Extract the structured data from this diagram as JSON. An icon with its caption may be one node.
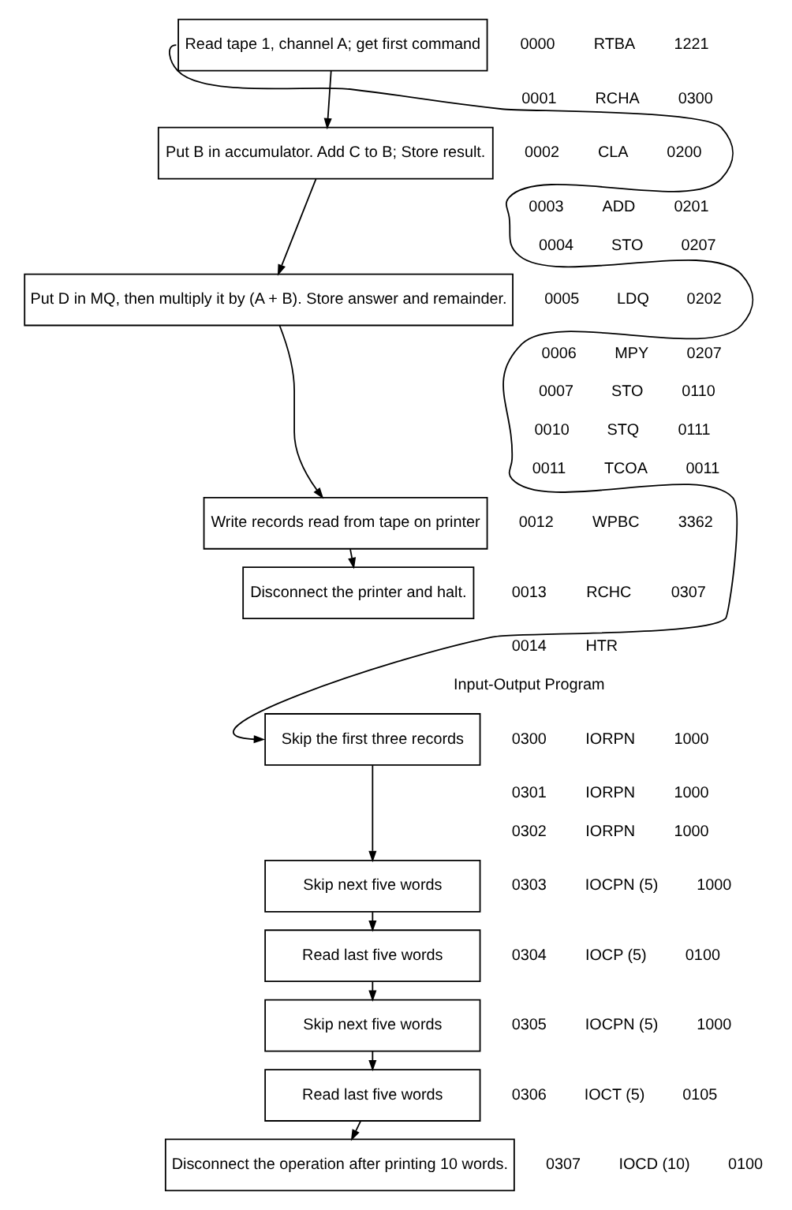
{
  "diagram": {
    "nodes": [
      {
        "text": [
          "Read tape 1, channel A; get first command"
        ]
      },
      {
        "text": [
          "Put B in accumulator. Add C to B; Store result."
        ]
      },
      {
        "text": [
          "Put D in MQ, then multiply it by (A + B). Store answer and remainder."
        ]
      },
      {
        "text": [
          "Write records read from tape on printer"
        ]
      },
      {
        "text": [
          "Disconnect the printer and halt."
        ]
      },
      {
        "text": [
          "Skip the first three records"
        ]
      },
      {
        "text": [
          "Skip next five words"
        ]
      },
      {
        "text": [
          "Read last five words"
        ]
      },
      {
        "text": [
          "Skip next five words"
        ]
      },
      {
        "text": [
          "Read last five words"
        ]
      },
      {
        "text": [
          "Disconnect the operation after printing 10 words."
        ]
      }
    ],
    "edges": [
      {
        "from": 0,
        "to": 1,
        "arrow": "to"
      },
      {
        "from": 1,
        "to": 2,
        "arrow": "to"
      },
      {
        "from": 2,
        "to": 3,
        "arrow": "to"
      },
      {
        "from": 3,
        "to": 4,
        "arrow": "to"
      },
      {
        "from": 0,
        "to": 5,
        "arrow": "to"
      },
      {
        "from": 5,
        "to": 6,
        "arrow": "to"
      },
      {
        "from": 6,
        "to": 7,
        "arrow": "to"
      },
      {
        "from": 7,
        "to": 8,
        "arrow": "to"
      },
      {
        "from": 8,
        "to": 9,
        "arrow": "to"
      },
      {
        "from": 9,
        "to": 10,
        "arrow": "to"
      }
    ],
    "labels": [
      "0000",
      "RTBA",
      "1221",
      "0001",
      "RCHA",
      "0300",
      "0002",
      "CLA",
      "0200",
      "0003",
      "ADD",
      "0201",
      "0004",
      "STO",
      "0207",
      "0005",
      "LDQ",
      "0202",
      "0006",
      "MPY",
      "0207",
      "0007",
      "STO",
      "0110",
      "0010",
      "STQ",
      "0111",
      "0011",
      "TCOA",
      "0011",
      "0012",
      "WPBC",
      "3362",
      "0013",
      "RCHC",
      "0307",
      "0014",
      "HTR",
      "Input-Output Program",
      "0300",
      "IORPN",
      "1000",
      "0301",
      "IORPN",
      "1000",
      "0302",
      "IORPN",
      "1000",
      "0303",
      "IOCPN (5)",
      "1000",
      "0304",
      "IOCP (5)",
      "0100",
      "0305",
      "IOCPN (5)",
      "1000",
      "0306",
      "IOCT (5)",
      "0105",
      "0307",
      "IOCD (10)",
      "0100"
    ]
  }
}
